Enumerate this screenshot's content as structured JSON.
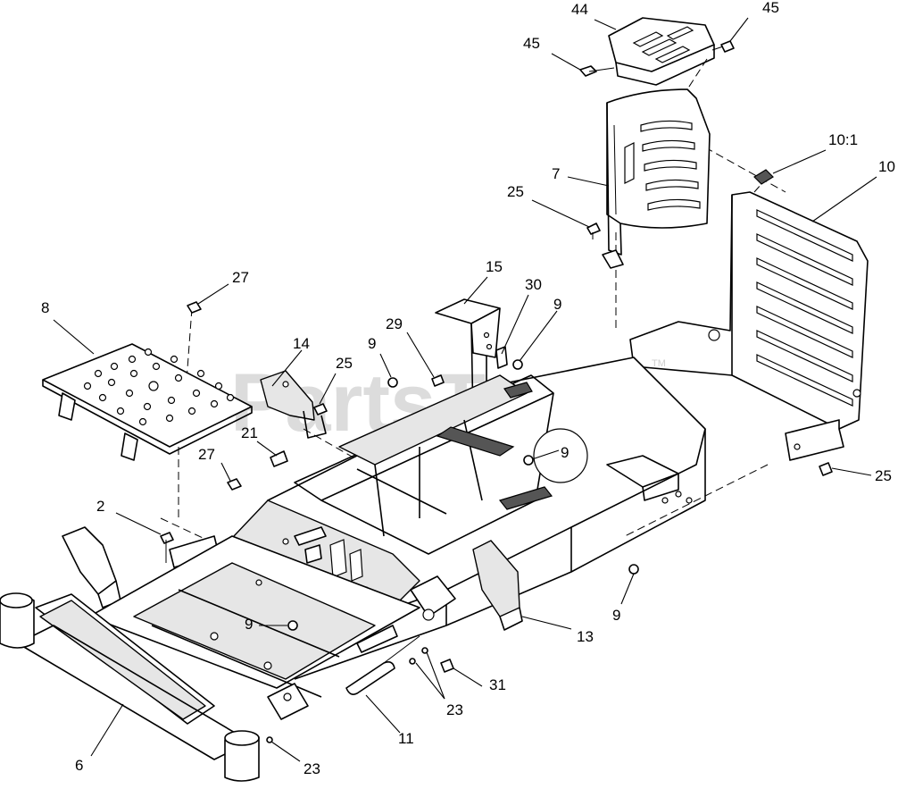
{
  "watermark": {
    "text": "PartsTree",
    "tm": "TM"
  },
  "callouts": [
    {
      "label": "44"
    },
    {
      "label": "45"
    },
    {
      "label": "45"
    },
    {
      "label": "10:1"
    },
    {
      "label": "10"
    },
    {
      "label": "7"
    },
    {
      "label": "25"
    },
    {
      "label": "15"
    },
    {
      "label": "30"
    },
    {
      "label": "9"
    },
    {
      "label": "27"
    },
    {
      "label": "8"
    },
    {
      "label": "29"
    },
    {
      "label": "9"
    },
    {
      "label": "14"
    },
    {
      "label": "25"
    },
    {
      "label": "9"
    },
    {
      "label": "25"
    },
    {
      "label": "21"
    },
    {
      "label": "27"
    },
    {
      "label": "2"
    },
    {
      "label": "9"
    },
    {
      "label": "13"
    },
    {
      "label": "9"
    },
    {
      "label": "31"
    },
    {
      "label": "23"
    },
    {
      "label": "11"
    },
    {
      "label": "6"
    },
    {
      "label": "23"
    }
  ]
}
